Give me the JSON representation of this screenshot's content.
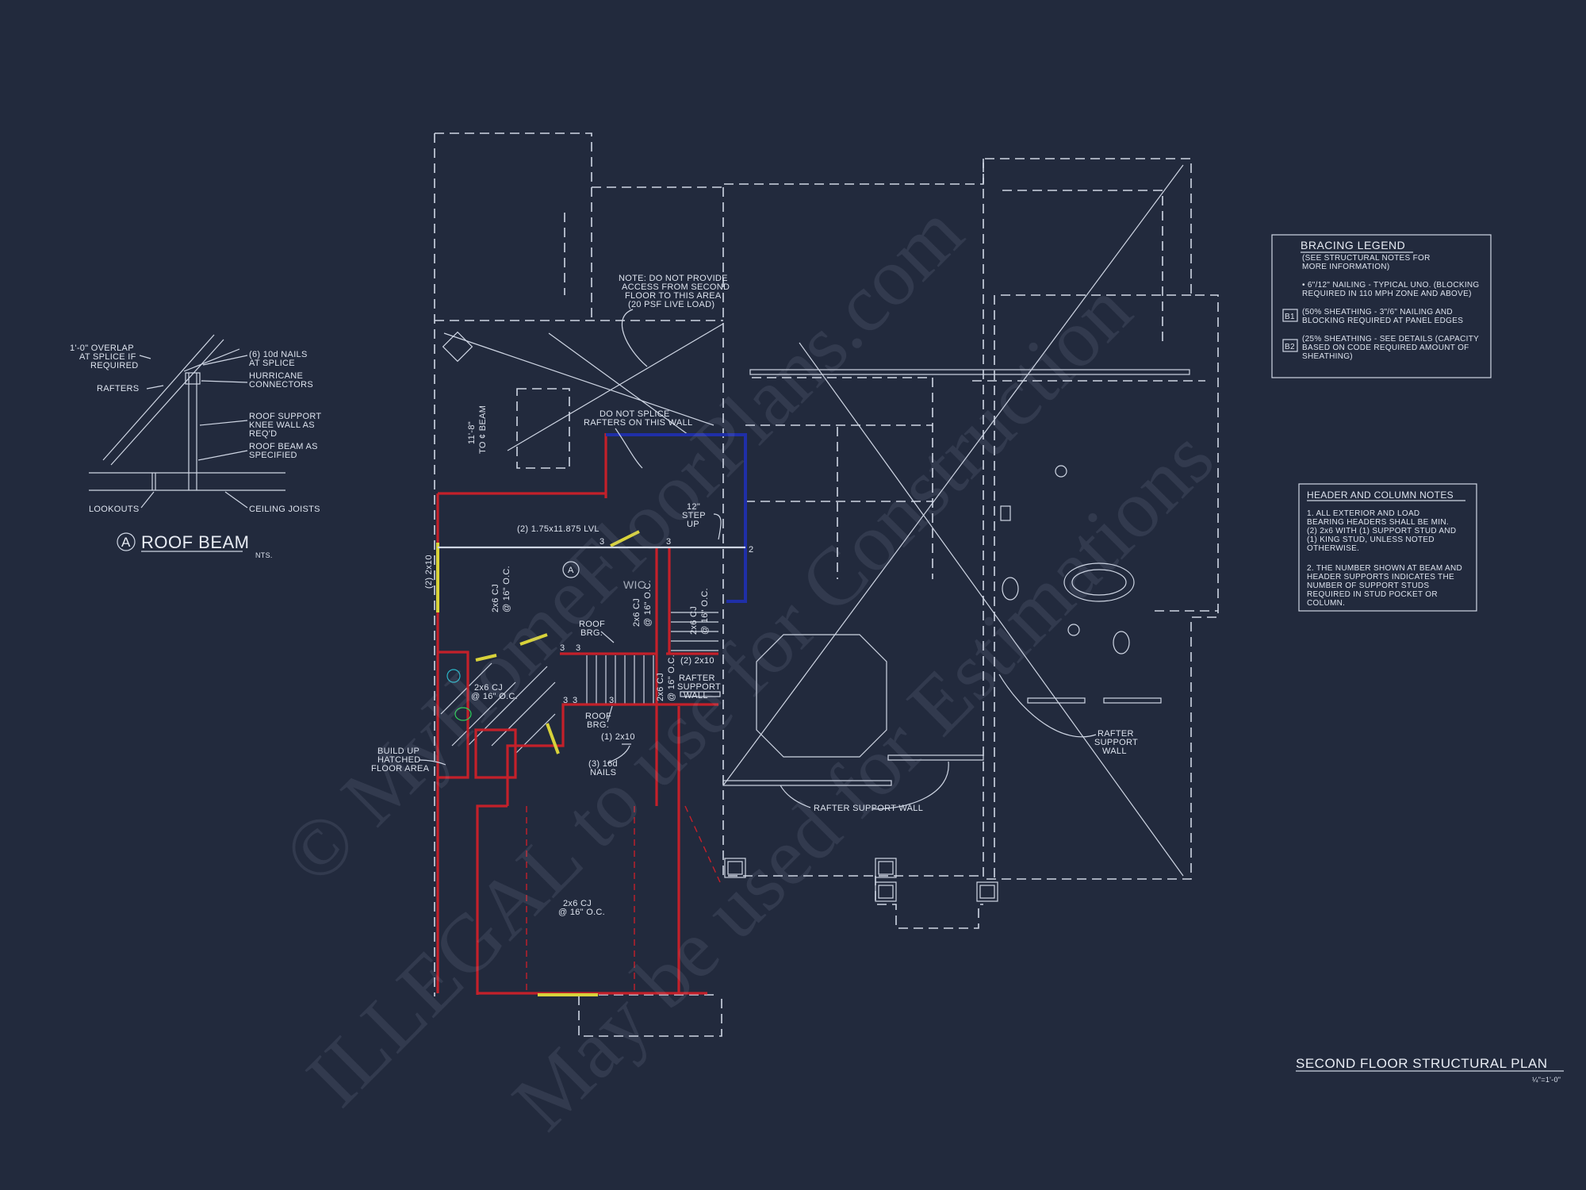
{
  "watermarks": {
    "line1": "© MyHomeFloorPlans.com",
    "line2": "ILLEGAL to use for Construction",
    "line3": "May be used for Estimations"
  },
  "detail": {
    "overlap_1": "1'-0\" OVERLAP",
    "overlap_2": "AT SPLICE IF",
    "overlap_3": "REQUIRED",
    "rafters": "RAFTERS",
    "nails_1": "(6) 10d NAILS",
    "nails_2": "AT SPLICE",
    "hurricane_1": "HURRICANE",
    "hurricane_2": "CONNECTORS",
    "knee_1": "ROOF SUPPORT",
    "knee_2": "KNEE WALL AS",
    "knee_3": "REQ'D",
    "beam_1": "ROOF BEAM AS",
    "beam_2": "SPECIFIED",
    "lookouts": "LOOKOUTS",
    "ceiling_joists": "CEILING JOISTS",
    "marker": "A",
    "title": "ROOF BEAM",
    "scale": "NTS."
  },
  "plan_notes": {
    "note_1": "NOTE: DO NOT PROVIDE",
    "note_2": "ACCESS FROM SECOND",
    "note_3": "FLOOR TO THIS AREA",
    "note_4": "(20 PSF LIVE LOAD)",
    "splice_1": "DO NOT SPLICE",
    "splice_2": "RAFTERS ON THIS WALL",
    "dim_1": "11'-8\"",
    "dim_2": "TO ¢ BEAM",
    "lvl": "(2) 1.75x11.875 LVL",
    "header_left": "(2) 2x10",
    "cj_1": "2x6 CJ",
    "cj_1b": "@ 16\" O.C.",
    "cj_2": "2x6 CJ",
    "cj_2b": "@ 16\" O.C.",
    "cj_3": "2x6 CJ",
    "cj_3b": "@ 16\" O.C.",
    "cj_4": "2x6 CJ",
    "cj_4b": "@ 16\" O.C.",
    "cj_5": "2x6 CJ",
    "cj_5b": "@ 16\" O.C.",
    "cj_6": "2x6 CJ",
    "cj_6b": "@ 16\" O.C.",
    "step_1": "12\"",
    "step_2": "STEP",
    "step_3": "UP",
    "wic": "WIC",
    "roof_brg_1": "ROOF",
    "roof_brg_2": "BRG.",
    "roof_brg2_1": "ROOF",
    "roof_brg2_2": "BRG.",
    "header_mid": "(2) 2x10",
    "rafter_wall_1": "RAFTER",
    "rafter_wall_2": "SUPPORT",
    "rafter_wall_3": "WALL",
    "header_small": "(1) 2x10",
    "nails_small_1": "(3) 16d",
    "nails_small_2": "NAILS",
    "build_1": "BUILD UP",
    "build_2": "HATCHED",
    "build_3": "FLOOR AREA",
    "rafter_right_1": "RAFTER",
    "rafter_right_2": "SUPPORT",
    "rafter_right_3": "WALL",
    "rafter_bottom": "RAFTER SUPPORT WALL",
    "marker": "A",
    "stud_3a": "3",
    "stud_3b": "3",
    "stud_2a": "2",
    "stud_3c": "3",
    "stud_3d": "3",
    "stud_3e": "3",
    "stud_3f": "3",
    "stud_3g": "3"
  },
  "bracing_legend": {
    "title": "BRACING LEGEND",
    "sub_1": "(SEE STRUCTURAL NOTES FOR",
    "sub_2": "MORE INFORMATION)",
    "item_1a": "• 6\"/12\" NAILING - TYPICAL UNO. (BLOCKING",
    "item_1b": "REQUIRED IN 110 MPH ZONE AND ABOVE)",
    "b1_tag": "B1",
    "item_2a": "(50% SHEATHING - 3\"/6\" NAILING AND",
    "item_2b": "BLOCKING REQUIRED AT PANEL EDGES",
    "b2_tag": "B2",
    "item_3a": "(25% SHEATHING - SEE DETAILS (CAPACITY",
    "item_3b": "BASED ON CODE REQUIRED AMOUNT OF",
    "item_3c": "SHEATHING)"
  },
  "header_notes": {
    "title": "HEADER AND COLUMN NOTES",
    "n1a": "1. ALL EXTERIOR AND LOAD",
    "n1b": "BEARING HEADERS SHALL BE MIN.",
    "n1c": "(2) 2x6 WITH (1) SUPPORT STUD AND",
    "n1d": "(1) KING STUD, UNLESS NOTED",
    "n1e": "OTHERWISE.",
    "n2a": "2. THE NUMBER SHOWN AT BEAM AND",
    "n2b": "HEADER SUPPORTS INDICATES THE",
    "n2c": "NUMBER OF SUPPORT STUDS",
    "n2d": "REQUIRED IN STUD POCKET OR",
    "n2e": "COLUMN."
  },
  "sheet": {
    "title": "SECOND FLOOR STRUCTURAL PLAN",
    "scale": "¼\"=1'-0\""
  }
}
